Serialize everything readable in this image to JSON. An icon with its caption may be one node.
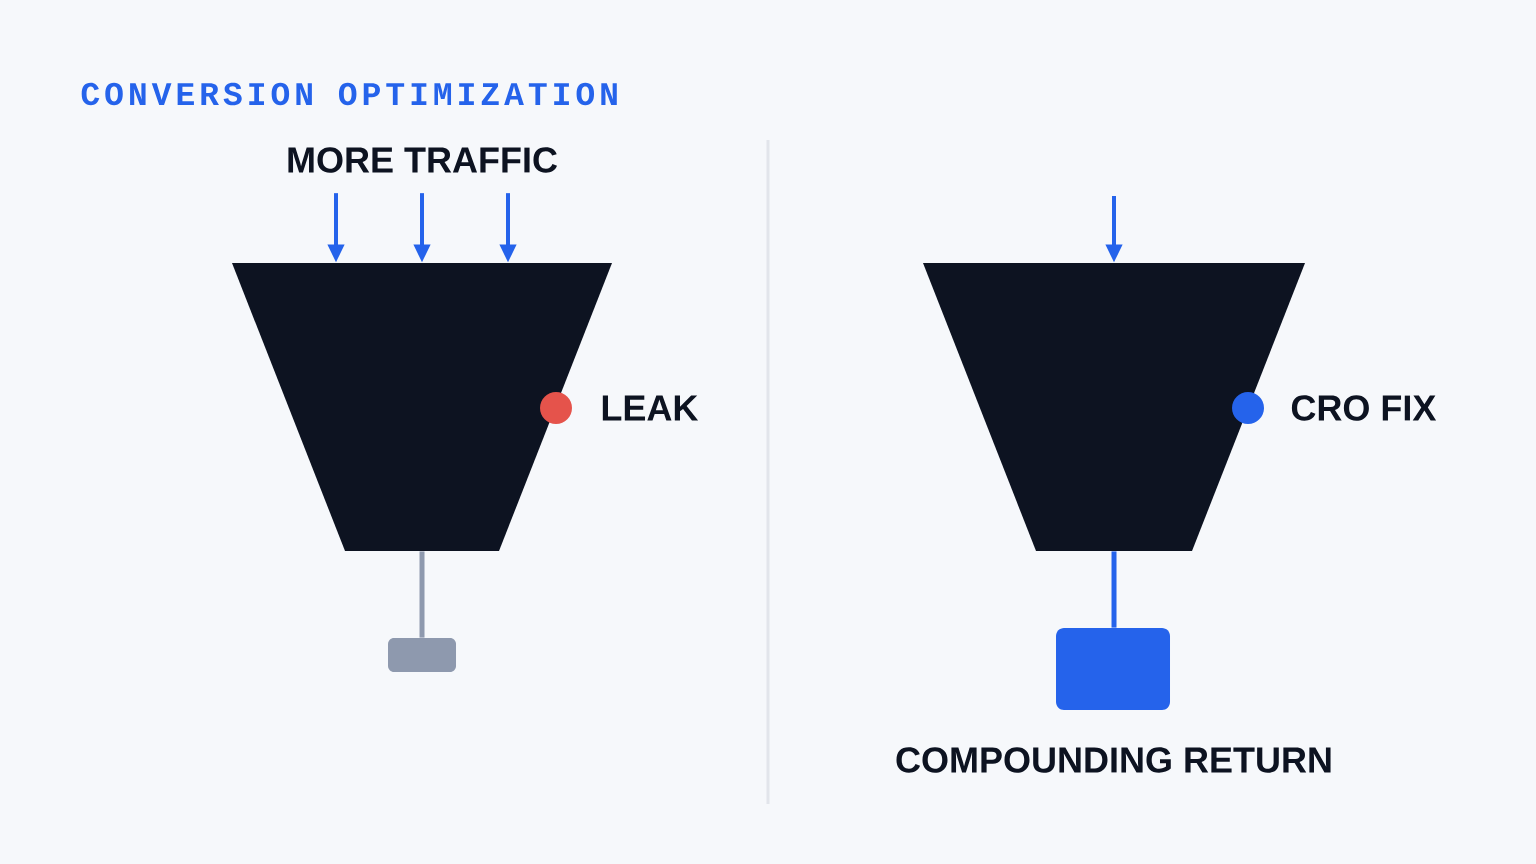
{
  "diagram": {
    "title": "CONVERSION OPTIMIZATION",
    "nodes": [
      {
        "text": [
          "MORE TRAFFIC"
        ]
      },
      {
        "text": [],
        "shape": "trapezoid"
      },
      {
        "text": [],
        "shape": "box"
      },
      {
        "text": [],
        "shape": "trapezoid"
      },
      {
        "text": [],
        "shape": "box",
        "beside": [
          "COMPOUNDING RETURN"
        ]
      }
    ],
    "edges": [
      {
        "from": 0,
        "to": 1,
        "arrow": "to"
      },
      {
        "from": 0,
        "to": 1,
        "arrow": "to"
      },
      {
        "from": 0,
        "to": 1,
        "arrow": "to"
      },
      {
        "from": 1,
        "to": 2,
        "arrow": "none",
        "color": "#8e99ae"
      },
      {
        "from": null,
        "to": 3,
        "arrow": "to"
      },
      {
        "from": 3,
        "to": 4,
        "arrow": "none"
      }
    ],
    "labels": [
      "LEAK",
      "CRO FIX"
    ]
  }
}
